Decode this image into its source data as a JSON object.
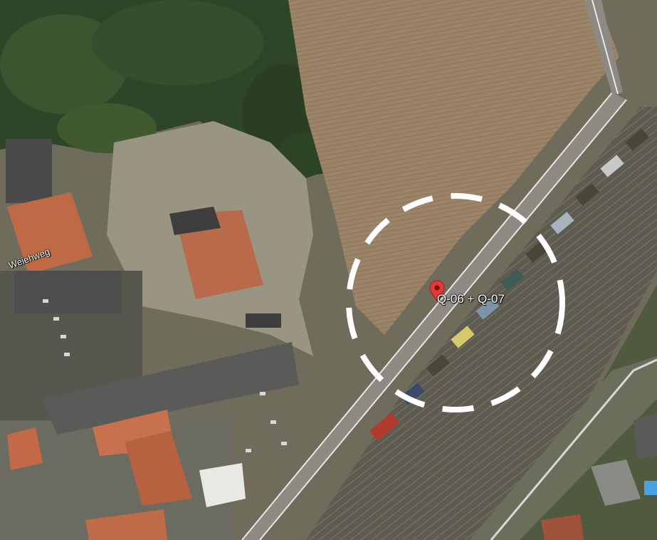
{
  "map": {
    "type": "satellite",
    "street_label": "Weiehweg",
    "marker": {
      "label": "Q-06 + Q-07",
      "icon": "map-pin-icon",
      "color": "#e53935"
    },
    "highlight": {
      "shape": "dashed-circle",
      "color": "#ffffff"
    }
  }
}
